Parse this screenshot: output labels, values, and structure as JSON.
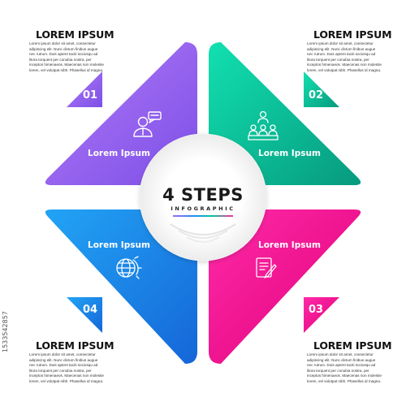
{
  "center": {
    "title": "4 STEPS",
    "subtitle": "INFOGRAPHIC",
    "rainbow_colors": [
      "#a06cf0",
      "#00c8a0",
      "#ff2a9d",
      "#1f8cf0"
    ]
  },
  "steps": [
    {
      "number": "01",
      "label": "Lorem Ipsum",
      "heading": "LOREM IPSUM",
      "text": "Lorem ipsum dolor sit amet, consectetur adipiscing elit. Nunc dictum finibus augue nec rutrum. Duis aptent taciti sociosqu ad litora torquent per conubia nostra, per inceptos himenaeos. Maecenas non molestie lorem, vel volutpat nibh. Phasellus id magna.",
      "icon": "businessman-speech-icon",
      "color": "#9b6cf2"
    },
    {
      "number": "02",
      "label": "Lorem Ipsum",
      "heading": "LOREM IPSUM",
      "text": "Lorem ipsum dolor sit amet, consectetur adipiscing elit. Nunc dictum finibus augue nec rutrum. Duis aptent taciti sociosqu ad litora torquent per conubia nostra, per inceptos himenaeos. Maecenas non molestie lorem, vel volutpat nibh. Phasellus id magna.",
      "icon": "team-hierarchy-icon",
      "color": "#00c89f"
    },
    {
      "number": "03",
      "label": "Lorem Ipsum",
      "heading": "LOREM IPSUM",
      "text": "Lorem ipsum dolor sit amet, consectetur adipiscing elit. Nunc dictum finibus augue nec rutrum. Duis aptent taciti sociosqu ad litora torquent per conubia nostra, per inceptos himenaeos. Maecenas non molestie lorem, vel volutpat nibh. Phasellus id magna.",
      "icon": "document-pen-icon",
      "color": "#ff1f9f"
    },
    {
      "number": "04",
      "label": "Lorem Ipsum",
      "heading": "LOREM IPSUM",
      "text": "Lorem ipsum dolor sit amet, consectetur adipiscing elit. Nunc dictum finibus augue nec rutrum. Duis aptent taciti sociosqu ad litora torquent per conubia nostra, per inceptos himenaeos. Maecenas non molestie lorem, vel volutpat nibh. Phasellus id magna.",
      "icon": "global-gear-icon",
      "color": "#1c8cf0"
    }
  ],
  "watermark": "1533542857"
}
